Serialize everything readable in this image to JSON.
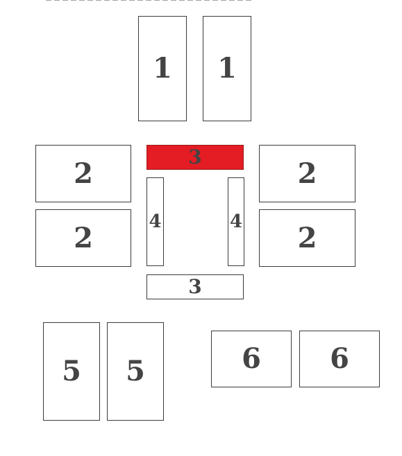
{
  "colors": {
    "highlight": "#e41c23",
    "outline": "#3a3a3a",
    "label": "#444444"
  },
  "pieces": [
    {
      "label": "1",
      "highlighted": false
    },
    {
      "label": "1",
      "highlighted": false
    },
    {
      "label": "2",
      "highlighted": false
    },
    {
      "label": "2",
      "highlighted": false
    },
    {
      "label": "2",
      "highlighted": false
    },
    {
      "label": "2",
      "highlighted": false
    },
    {
      "label": "3",
      "highlighted": true
    },
    {
      "label": "3",
      "highlighted": false
    },
    {
      "label": "4",
      "highlighted": false
    },
    {
      "label": "4",
      "highlighted": false
    },
    {
      "label": "5",
      "highlighted": false
    },
    {
      "label": "5",
      "highlighted": false
    },
    {
      "label": "6",
      "highlighted": false
    },
    {
      "label": "6",
      "highlighted": false
    }
  ]
}
